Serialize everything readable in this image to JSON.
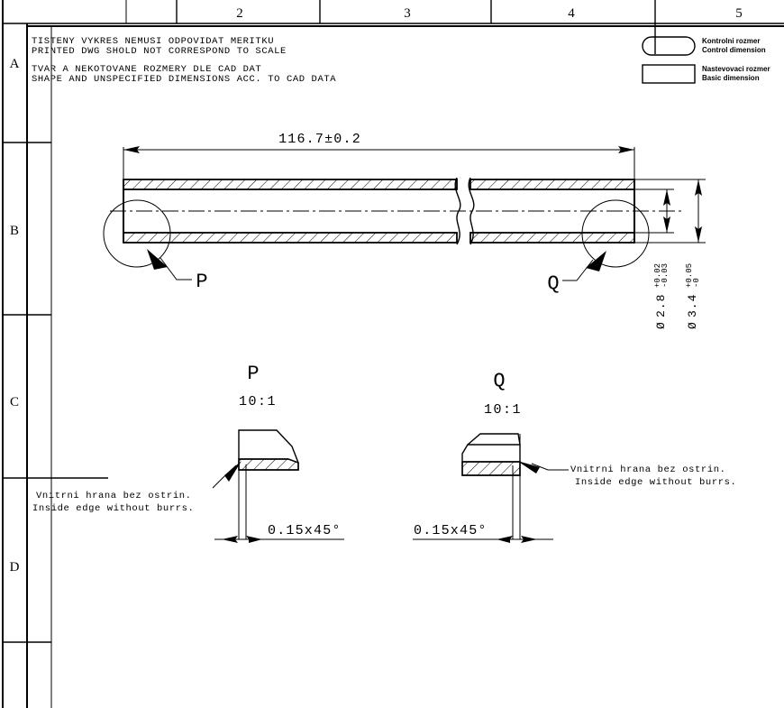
{
  "drawing": {
    "title": "Tube technical drawing",
    "notes": {
      "line1_cs": "TISTENY VYKRES NEMUSI ODPOVIDAT MERITKU",
      "line1_en": "PRINTED DWG SHOLD NOT CORRESPOND TO SCALE",
      "line2_cs": "TVAR A NEKOTOVANE ROZMERY DLE CAD DAT",
      "line2_en": "SHAPE AND UNSPECIFIED DIMENSIONS ACC. TO CAD DATA"
    },
    "legend": {
      "control": {
        "cs": "Kontrolni rozmer",
        "en": "Control dimension",
        "shape": "stadium"
      },
      "basic": {
        "cs": "Nastevovaci rozmer",
        "en": "Basic dimension",
        "shape": "rectangle"
      }
    },
    "border": {
      "top_zones": [
        "2",
        "3",
        "4",
        "5"
      ],
      "left_zones": [
        "A",
        "B",
        "C",
        "D"
      ]
    },
    "main_view": {
      "length_dimension": "116.7±0.2",
      "inner_diameter": {
        "symbol": "Ø",
        "value": "2.8",
        "tol_upper": "+0.02",
        "tol_lower": "-0.03"
      },
      "outer_diameter": {
        "symbol": "Ø",
        "value": "3.4",
        "tol_upper": "+0.05",
        "tol_lower": "-0"
      },
      "detail_marks": [
        "P",
        "Q"
      ]
    },
    "detail_p": {
      "label": "P",
      "scale": "10:1",
      "chamfer": "0.15x45°",
      "note_cs": "Vnitrni hrana bez ostrin.",
      "note_en": "Inside edge without burrs."
    },
    "detail_q": {
      "label": "Q",
      "scale": "10:1",
      "chamfer": "0.15x45°",
      "note_cs": "Vnitrni hrana bez ostrin.",
      "note_en": "Inside edge without burrs."
    },
    "colors": {
      "line": "#000000",
      "paper": "#ffffff"
    }
  }
}
